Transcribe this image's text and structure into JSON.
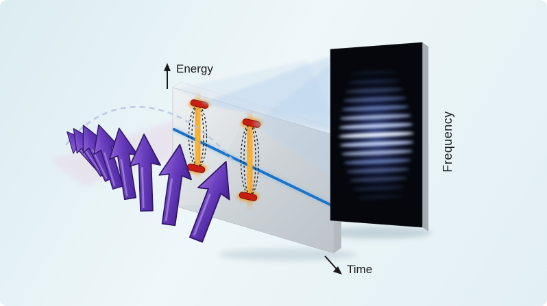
{
  "labels": {
    "energy_axis": "Energy",
    "time_axis": "Time",
    "frequency_axis": "Frequency"
  },
  "colors": {
    "background": "#e4f0f4",
    "pulse_arrow_purple": "#6a3fc0",
    "slab_gray": "#d5dadd",
    "spectral_line_blue": "#1b74c9",
    "packet_glow_orange": "#f59a1d",
    "packet_cap_red": "#c81e12",
    "panel_background": "#05070d",
    "fringe_blue": "#9ab6f5",
    "beam_blue": "#b9d2ec",
    "axis_text": "#1a1a1a"
  },
  "counts": {
    "pulse_arrows": 8,
    "wave_packets": 2,
    "interference_fringes": 15
  }
}
